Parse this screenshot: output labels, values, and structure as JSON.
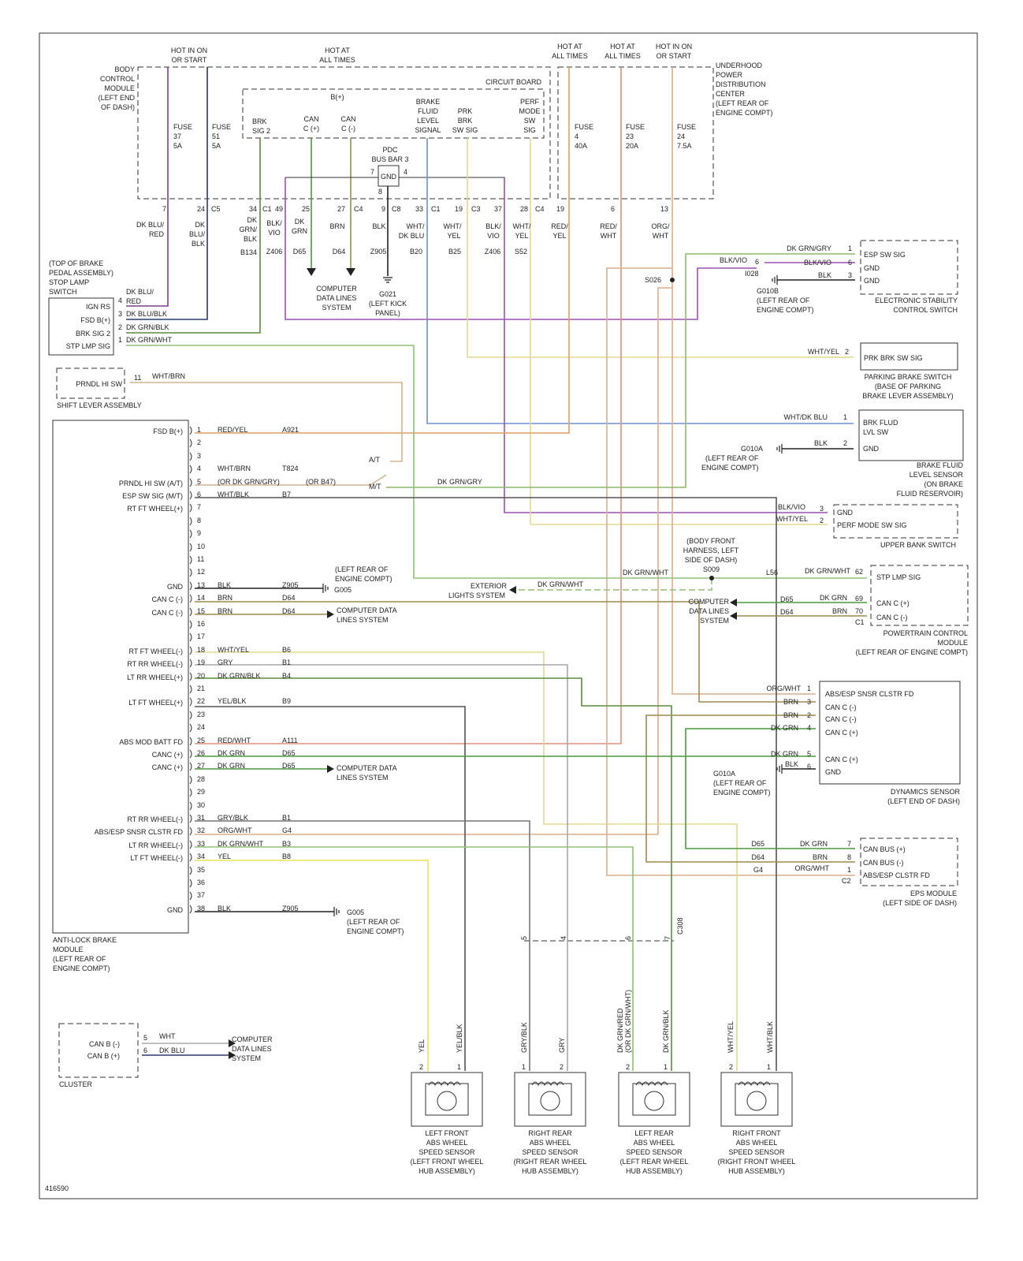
{
  "top": {
    "hot_run": [
      "HOT IN ON",
      "OR START"
    ],
    "hot_all": [
      "HOT AT",
      "ALL TIMES"
    ],
    "hot_all2": [
      "HOT AT",
      "ALL TIMES"
    ],
    "hot_all3": [
      "HOT AT",
      "ALL TIMES"
    ],
    "hot_run2": [
      "HOT IN ON",
      "OR START"
    ]
  },
  "bcm": {
    "name": [
      "BODY",
      "CONTROL",
      "MODULE",
      "(LEFT END",
      "OF DASH)"
    ],
    "circuit_board": "CIRCUIT BOARD",
    "bplus": "B(+)",
    "fuse37": [
      "FUSE",
      "37",
      "5A"
    ],
    "fuse51": [
      "FUSE",
      "51",
      "5A"
    ],
    "sigs": {
      "brk": [
        "BRK",
        "SIG 2"
      ],
      "canp": [
        "CAN",
        "C (+)"
      ],
      "canm": [
        "CAN",
        "C (-)"
      ],
      "bfl": [
        "BRAKE",
        "FLUID",
        "LEVEL",
        "SIGNAL"
      ],
      "prk": [
        "PRK",
        "BRK",
        "SW SIG"
      ],
      "perf": [
        "PERF",
        "MODE",
        "SW",
        "SIG"
      ]
    },
    "pdc": [
      "PDC",
      "BUS BAR 3"
    ],
    "gnd": "GND",
    "pdc_pins": [
      "7",
      "4",
      "8"
    ]
  },
  "updc": {
    "name": [
      "UNDERHOOD",
      "POWER",
      "DISTRIBUTION",
      "CENTER",
      "(LEFT REAR OF",
      "ENGINE COMPT)"
    ],
    "fuse4": [
      "FUSE",
      "4",
      "40A"
    ],
    "fuse23": [
      "FUSE",
      "23",
      "20A"
    ],
    "fuse24": [
      "FUSE",
      "24",
      "7.5A"
    ]
  },
  "pins": [
    "7",
    "24",
    "C5",
    "34",
    "C1",
    "49",
    "25",
    "27",
    "C4",
    "9",
    "C8",
    "33",
    "C1",
    "19",
    "C3",
    "37",
    "28",
    "C4",
    "19",
    "6",
    "13"
  ],
  "wires": {
    "w1": [
      "DK BLU/",
      "RED"
    ],
    "w2": [
      "DK",
      "BLU/",
      "BLK"
    ],
    "w3": [
      "DK",
      "GRN/",
      "BLK",
      "B134"
    ],
    "w4": [
      "BLK/",
      "VIO",
      "Z406"
    ],
    "w5": [
      "DK",
      "GRN",
      "D65"
    ],
    "w6": [
      "BRN",
      "D64"
    ],
    "w7": [
      "BLK",
      "Z905"
    ],
    "w8": [
      "WHT/",
      "DK BLU",
      "B20"
    ],
    "w9": [
      "WHT/",
      "YEL",
      "B25"
    ],
    "w10": [
      "BLK/",
      "VIO",
      "Z406"
    ],
    "w11": [
      "WHT/",
      "YEL",
      "S52"
    ],
    "w12": [
      "RED/",
      "YEL"
    ],
    "w13": [
      "RED/",
      "WHT"
    ],
    "w14": [
      "ORG/",
      "WHT"
    ]
  },
  "cdl1": [
    "COMPUTER",
    "DATA LINES",
    "SYSTEM"
  ],
  "g021": [
    "G021",
    "(LEFT KICK",
    "PANEL)"
  ],
  "stop_lamp": {
    "loc": [
      "(TOP OF BRAKE",
      "PEDAL ASSEMBLY)",
      "STOP LAMP",
      "SWITCH"
    ],
    "pins": [
      "IGN RS",
      "FSD B(+)",
      "BRK SIG 2",
      "STP LMP SIG"
    ],
    "nums": [
      "4",
      "3",
      "2",
      "1"
    ],
    "wires": [
      "DK BLU/",
      "RED",
      "DK BLU/BLK",
      "DK GRN/BLK",
      "DK GRN/WHT"
    ]
  },
  "esp": {
    "pins": [
      "ESP SW SIG",
      "GND",
      "GND"
    ],
    "nums": [
      "1",
      "6",
      "3"
    ],
    "wires": [
      "DK GRN/GRY",
      "BLK/VIO",
      "BLK",
      "BLK/VIO"
    ],
    "i028": "I028",
    "i028_pin": "6",
    "s026": "S026",
    "g010b": [
      "G010B",
      "(LEFT REAR OF",
      "ENGINE COMPT)"
    ],
    "name": [
      "ELECTRONIC STABILITY",
      "CONTROL SWITCH"
    ]
  },
  "pbs": {
    "pin": "PRK BRK SW SIG",
    "num": "2",
    "wire": "WHT/YEL",
    "name": [
      "PARKING BRAKE SWITCH",
      "(BASE OF PARKING",
      "BRAKE LEVER ASSEMBLY)"
    ]
  },
  "shift": {
    "pin": "PRNDL HI SW",
    "num": "11",
    "wire": "WHT/BRN",
    "name": "SHIFT LEVER ASSEMBLY",
    "at": "A/T",
    "mt": "M/T"
  },
  "bfl": {
    "pins": [
      "BRK FLUD",
      "LVL SW",
      "GND"
    ],
    "nums": [
      "1",
      "2"
    ],
    "wires": [
      "WHT/DK BLU",
      "BLK"
    ],
    "g010a": [
      "G010A",
      "(LEFT REAR OF",
      "ENGINE COMPT)"
    ],
    "name": [
      "BRAKE FLUID",
      "LEVEL SENSOR",
      "(ON BRAKE",
      "FLUID RESERVOIR)"
    ]
  },
  "ubs": {
    "pins": [
      "GND",
      "PERF MODE SW SIG"
    ],
    "nums": [
      "3",
      "2"
    ],
    "wires": [
      "BLK/VIO",
      "WHT/YEL"
    ],
    "name": "UPPER BANK SWITCH"
  },
  "s009": {
    "loc": [
      "(BODY FRONT",
      "HARNESS, LEFT",
      "SIDE OF DASH)"
    ],
    "name": "S009",
    "l56": "L56",
    "wire": "DK GRN/WHT",
    "ext": [
      "EXTERIOR",
      "LIGHTS SYSTEM"
    ],
    "wire2": "DK GRN/WHT"
  },
  "pcm": {
    "pins": [
      "STP LMP SIG",
      "CAN C (+)",
      "CAN C (-)"
    ],
    "nums": [
      "62",
      "69",
      "70",
      "C1"
    ],
    "wires": [
      "DK GRN/WHT",
      "DK GRN",
      "BRN",
      "D65",
      "D64"
    ],
    "cdl": [
      "COMPUTER",
      "DATA LINES",
      "SYSTEM"
    ],
    "name": [
      "POWERTRAIN CONTROL",
      "MODULE",
      "(LEFT REAR OF ENGINE COMPT)"
    ]
  },
  "dyn": {
    "pins": [
      "ABS/ESP SNSR CLSTR FD",
      "CAN C (-)",
      "CAN C (-)",
      "CAN C (+)",
      "CAN C (+)",
      "GND"
    ],
    "nums": [
      "1",
      "3",
      "2",
      "4",
      "5",
      "6"
    ],
    "wires": [
      "ORG/WHT",
      "BRN",
      "BRN",
      "DK GRN",
      "DK GRN",
      "BLK"
    ],
    "g010a": [
      "G010A",
      "(LEFT REAR OF",
      "ENGINE COMPT)"
    ],
    "name": [
      "DYNAMICS SENSOR",
      "(LEFT END OF DASH)"
    ]
  },
  "eps": {
    "pins": [
      "CAN BUS (+)",
      "CAN BUS (-)",
      "ABS/ESP CLSTR FD"
    ],
    "nums": [
      "7",
      "8",
      "1",
      "C2"
    ],
    "wires": [
      "DK GRN",
      "BRN",
      "ORG/WHT"
    ],
    "codes": [
      "D65",
      "D64",
      "G4"
    ],
    "name": [
      "EPS MODULE",
      "(LEFT SIDE OF DASH)"
    ]
  },
  "abs": {
    "name": [
      "ANTI-LOCK BRAKE",
      "MODULE",
      "(LEFT REAR OF",
      "ENGINE COMPT)"
    ],
    "pins": [
      {
        "n": "1",
        "f": "FSD B(+)",
        "c": "RED/YEL",
        "k": "A921"
      },
      {
        "n": "2"
      },
      {
        "n": "3"
      },
      {
        "n": "4",
        "c": "WHT/BRN",
        "k": "T824"
      },
      {
        "n": "5",
        "f": "PRNDL HI SW (A/T)",
        "c": "(OR DK GRN/GRY)",
        "k": "(OR B47)"
      },
      {
        "n": "6",
        "f": "ESP SW SIG (M/T)",
        "c": "WHT/BLK",
        "k": "B7"
      },
      {
        "n": "7",
        "f": "RT FT WHEEL(+)"
      },
      {
        "n": "8"
      },
      {
        "n": "9"
      },
      {
        "n": "10"
      },
      {
        "n": "11"
      },
      {
        "n": "12"
      },
      {
        "n": "13",
        "f": "GND",
        "c": "BLK",
        "k": "Z905"
      },
      {
        "n": "14",
        "f": "CAN C (-)",
        "c": "BRN",
        "k": "D64"
      },
      {
        "n": "15",
        "f": "CAN C (-)",
        "c": "BRN",
        "k": "D64"
      },
      {
        "n": "16"
      },
      {
        "n": "17"
      },
      {
        "n": "18",
        "f": "RT FT WHEEL(-)",
        "c": "WHT/YEL",
        "k": "B6"
      },
      {
        "n": "19",
        "f": "RT RR WHEEL(-)",
        "c": "GRY",
        "k": "B1"
      },
      {
        "n": "20",
        "f": "LT RR WHEEL(+)",
        "c": "DK GRN/BLK",
        "k": "B4"
      },
      {
        "n": "21"
      },
      {
        "n": "22",
        "f": "LT FT WHEEL(+)",
        "c": "YEL/BLK",
        "k": "B9"
      },
      {
        "n": "23"
      },
      {
        "n": "24"
      },
      {
        "n": "25",
        "f": "ABS MOD BATT FD",
        "c": "RED/WHT",
        "k": "A111"
      },
      {
        "n": "26",
        "f": "CANC (+)",
        "c": "DK GRN",
        "k": "D65"
      },
      {
        "n": "27",
        "f": "CANC (+)",
        "c": "DK GRN",
        "k": "D65"
      },
      {
        "n": "28"
      },
      {
        "n": "29"
      },
      {
        "n": "30"
      },
      {
        "n": "31",
        "f": "RT RR WHEEL(-)",
        "c": "GRY/BLK",
        "k": "B1"
      },
      {
        "n": "32",
        "f": "ABS/ESP SNSR CLSTR FD",
        "c": "ORG/WHT",
        "k": "G4"
      },
      {
        "n": "33",
        "f": "LT RR WHEEL(-)",
        "c": "DK GRN/WHT",
        "k": "B3"
      },
      {
        "n": "34",
        "f": "LT FT WHEEL(-)",
        "c": "YEL",
        "k": "B8"
      },
      {
        "n": "35"
      },
      {
        "n": "36"
      },
      {
        "n": "37"
      },
      {
        "n": "38",
        "f": "GND",
        "c": "BLK",
        "k": "Z905"
      }
    ],
    "g005a": [
      "G005",
      "(LEFT REAR OF",
      "ENGINE COMPT)"
    ],
    "g005b": [
      "G005",
      "(LEFT REAR OF",
      "ENGINE COMPT)"
    ],
    "cdl15": [
      "COMPUTER DATA",
      "LINES SYSTEM"
    ],
    "cdl27": [
      "COMPUTER DATA",
      "LINES SYSTEM"
    ],
    "dk_grn_gry": "DK GRN/GRY"
  },
  "cluster": {
    "pins": [
      "CAN B (-)",
      "CAN B (+)"
    ],
    "nums": [
      "5",
      "6"
    ],
    "wires": [
      "WHT",
      "DK BLU"
    ],
    "cdl": [
      "COMPUTER",
      "DATA LINES",
      "SYSTEM"
    ],
    "name": "CLUSTER"
  },
  "c308": {
    "name": "C308",
    "nums": [
      "5",
      "4",
      "6",
      "7"
    ]
  },
  "sensors": [
    {
      "wires": [
        "YEL",
        "YEL/BLK"
      ],
      "name": [
        "LEFT FRONT",
        "ABS WHEEL",
        "SPEED SENSOR",
        "(LEFT FRONT WHEEL",
        "HUB ASSEMBLY)"
      ]
    },
    {
      "wires": [
        "GRY/BLK",
        "GRY"
      ],
      "name": [
        "RIGHT REAR",
        "ABS WHEEL",
        "SPEED SENSOR",
        "(RIGHT REAR WHEEL",
        "HUB ASSEMBLY)"
      ]
    },
    {
      "wires": [
        "DK GRN/RED",
        "(OR DK GRN/WHT)",
        "DK GRN/BLK"
      ],
      "name": [
        "LEFT REAR",
        "ABS WHEEL",
        "SPEED SENSOR",
        "(LEFT REAR WHEEL",
        "HUB ASSEMBLY)"
      ]
    },
    {
      "wires": [
        "WHT/YEL",
        "WHT/BLK"
      ],
      "name": [
        "RIGHT FRONT",
        "ABS WHEEL",
        "SPEED SENSOR",
        "(RIGHT FRONT WHEEL",
        "HUB ASSEMBLY)"
      ]
    }
  ],
  "sensor_pins": [
    "2",
    "1"
  ],
  "figure_id": "416590",
  "colors": {
    "dk_blu_red": "#7b3f8c",
    "dk_blu_blk": "#2b3b6b",
    "dk_grn_blk": "#5d8c3c",
    "blk_vio": "#9b50b3",
    "dk_grn": "#4a9b3a",
    "brn": "#9e8a4e",
    "wht_dk_blu": "#6f8fd0",
    "wht_yel": "#e2d890",
    "red_yel": "#e2a060",
    "red_wht": "#e0907c",
    "org_wht": "#dcae8a",
    "dk_grn_wht": "#90c07c",
    "wht_brn": "#d2b48f",
    "dk_grn_gry": "#8fb86f",
    "gry": "#a8a8a8",
    "yel": "#e8e25c"
  }
}
